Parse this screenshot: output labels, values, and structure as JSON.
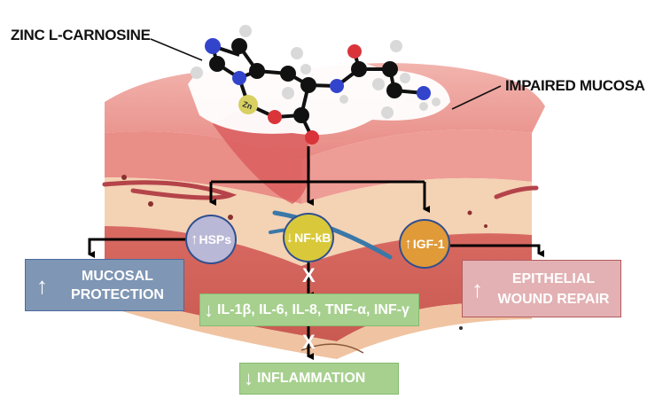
{
  "figure": {
    "compound_label": "ZINC L-CARNOSINE",
    "tissue_label": "IMPAIRED MUCOSA",
    "molecule": {
      "metal_atom": "Zn",
      "atom_colors": {
        "carbon": "#111111",
        "nitrogen": "#3344cc",
        "oxygen": "#d9343a",
        "hydrogen": "#d9d9d9",
        "zinc": "#d8d060"
      }
    },
    "targets": [
      {
        "id": "hsps",
        "arrow": "↑",
        "label": "HSPs",
        "color": "#b9b8d6"
      },
      {
        "id": "nfkb",
        "arrow": "↓",
        "label": "NF-kB",
        "color": "#d9c93a"
      },
      {
        "id": "igf1",
        "arrow": "↑",
        "label": "IGF-1",
        "color": "#e09a38"
      }
    ],
    "outcomes": {
      "mucosal_protection": {
        "arrow": "↑",
        "lines": [
          "MUCOSAL",
          "PROTECTION"
        ],
        "color": "#7f96b4"
      },
      "wound_repair": {
        "arrow": "↑",
        "lines": [
          "EPITHELIAL",
          "WOUND REPAIR"
        ],
        "color": "#e3b1b3"
      },
      "cytokines": {
        "arrow": "↓",
        "text": "IL-1β, IL-6, IL-8, TNF-α, INF-γ",
        "color": "#a7d08f"
      },
      "inflammation": {
        "arrow": "↓",
        "text": "INFLAMMATION",
        "color": "#a7d08f"
      }
    },
    "inhibition_mark": "X"
  }
}
